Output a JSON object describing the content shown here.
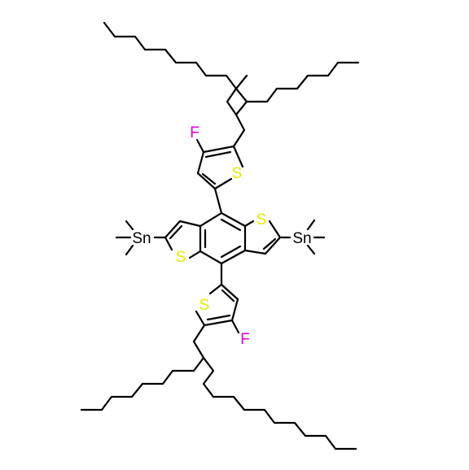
{
  "diagram": {
    "atom_labels": {
      "fluorine_top": "F",
      "fluorine_bottom": "F",
      "sulfur_thiophene_top": "S",
      "sulfur_core_right": "S",
      "sulfur_core_left": "S",
      "sulfur_thiophene_bottom": "S",
      "tin_left": "Sn",
      "tin_right": "Sn"
    },
    "colors": {
      "bond": "#000000",
      "sulfur": "#e8e800",
      "fluorine": "#dd00dd",
      "tin": "#000000"
    }
  }
}
